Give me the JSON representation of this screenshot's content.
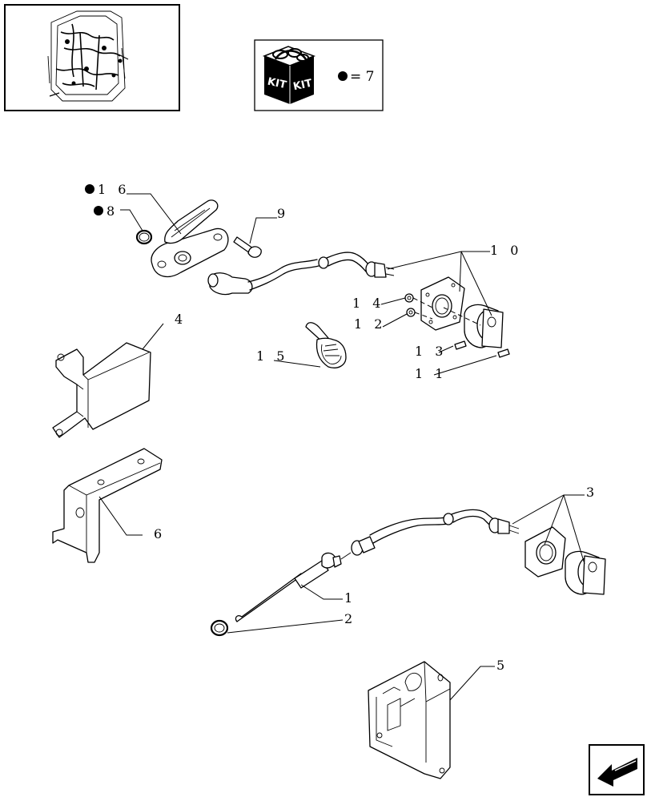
{
  "kit_legend": {
    "kit_word_left": "KIT",
    "kit_word_right": "KIT",
    "equals_text": "= 7"
  },
  "callouts": {
    "c1": "1",
    "c2": "2",
    "c3": "3",
    "c4": "4",
    "c5": "5",
    "c6": "6",
    "c8": "8",
    "c9": "9",
    "c10": "1 0",
    "c11": "1 1",
    "c12": "1 2",
    "c13": "1 3",
    "c14": "1 4",
    "c15": "1 5",
    "c16": "1 6"
  },
  "kit_marked_items": [
    "8",
    "16"
  ],
  "icons": {
    "thumbnail": "tractor-cab-wiring-thumbnail",
    "kit": "kit-box-icon",
    "nav": "next-page-arrow-icon"
  }
}
